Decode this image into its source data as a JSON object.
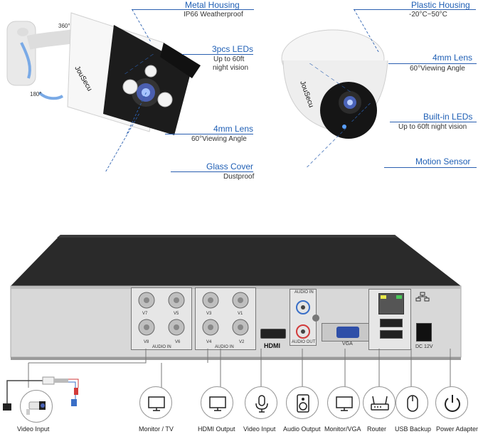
{
  "bullet_camera": {
    "brand": "JouSecu",
    "rotation_top": "360°",
    "rotation_side": "180°",
    "callouts": [
      {
        "title": "Metal Housing",
        "sub": "IP66 Weatherproof"
      },
      {
        "title": "3pcs LEDs",
        "sub": "Up to 60ft",
        "sub2": "night vision"
      },
      {
        "title": "4mm Lens",
        "sub": "60°Viewing Angle"
      },
      {
        "title": "Glass Cover",
        "sub": "Dustproof"
      }
    ]
  },
  "dome_camera": {
    "brand": "JouSecu",
    "callouts": [
      {
        "title": "Plastic Housing",
        "sub": "-20°C~50°C"
      },
      {
        "title": "4mm Lens",
        "sub": "60°Viewing Angle"
      },
      {
        "title": "Built-in LEDs",
        "sub": "Up to 60ft night vision"
      },
      {
        "title": "Motion Sensor",
        "sub": ""
      }
    ]
  },
  "dvr": {
    "bnc_labels": [
      "V7",
      "V5",
      "V3",
      "V1",
      "V8",
      "V6",
      "V4",
      "V2"
    ],
    "audio_in_left": "AUDIO IN",
    "audio_in_right": "AUDIO IN",
    "audio_in_top": "AUDIO IN",
    "audio_out": "AUDIO OUT",
    "hdmi": "HDMI",
    "vga": "VGA",
    "dc": "DC 12V"
  },
  "connections": [
    {
      "label": "Video Input",
      "icon": "camera-icon"
    },
    {
      "label": "Monitor / TV",
      "icon": "monitor-icon"
    },
    {
      "label": "HDMI Output",
      "icon": "monitor-icon"
    },
    {
      "label": "Video Input",
      "icon": "microphone-icon"
    },
    {
      "label": "Audio Output",
      "icon": "speaker-icon"
    },
    {
      "label": "Monitor/VGA",
      "icon": "monitor-icon"
    },
    {
      "label": "Router",
      "icon": "router-icon"
    },
    {
      "label": "USB Backup",
      "icon": "mouse-icon"
    },
    {
      "label": "Power Adapter",
      "icon": "power-icon"
    }
  ]
}
